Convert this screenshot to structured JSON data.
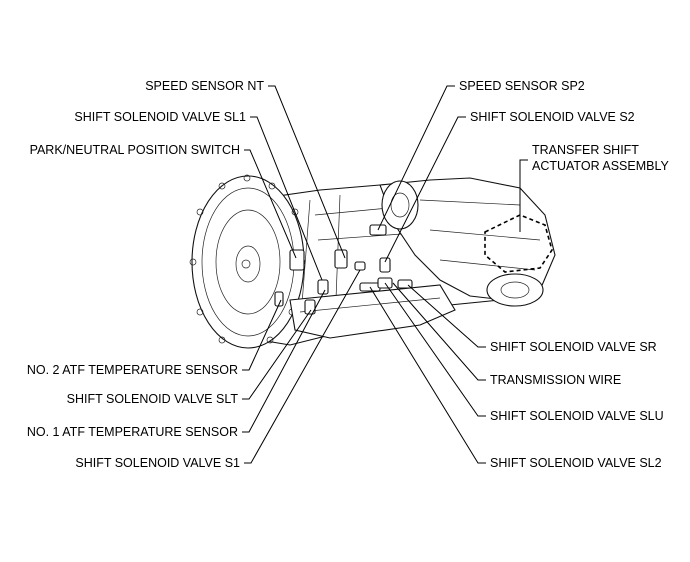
{
  "labels": {
    "speed_sensor_nt": "SPEED SENSOR NT",
    "shift_solenoid_valve_sl1": "SHIFT SOLENOID VALVE SL1",
    "park_neutral_position_switch": "PARK/NEUTRAL POSITION SWITCH",
    "no2_atf_temperature_sensor": "NO. 2 ATF TEMPERATURE SENSOR",
    "shift_solenoid_valve_slt": "SHIFT SOLENOID VALVE SLT",
    "no1_atf_temperature_sensor": "NO. 1 ATF TEMPERATURE SENSOR",
    "shift_solenoid_valve_s1": "SHIFT SOLENOID VALVE S1",
    "speed_sensor_sp2": "SPEED SENSOR SP2",
    "shift_solenoid_valve_s2": "SHIFT SOLENOID VALVE S2",
    "transfer_shift_line1": "TRANSFER SHIFT",
    "transfer_shift_line2": "ACTUATOR ASSEMBLY",
    "shift_solenoid_valve_sr": "SHIFT SOLENOID VALVE SR",
    "transmission_wire": "TRANSMISSION WIRE",
    "shift_solenoid_valve_slu": "SHIFT SOLENOID VALVE SLU",
    "shift_solenoid_valve_sl2": "SHIFT SOLENOID VALVE SL2"
  }
}
